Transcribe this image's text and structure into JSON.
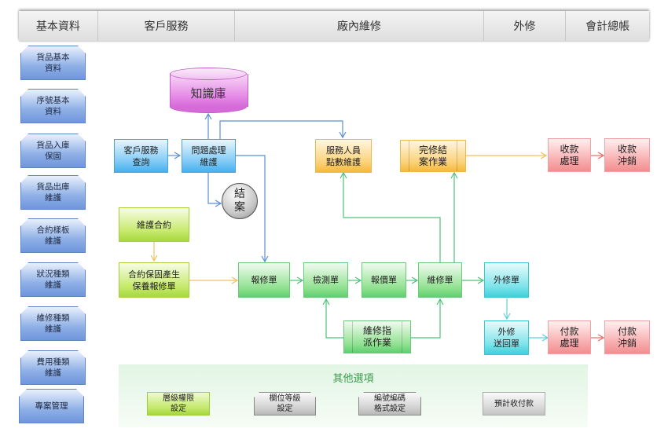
{
  "topbar": {
    "tabs": [
      "基本資料",
      "客戶服務",
      "廠內維修",
      "外修",
      "會計總帳"
    ]
  },
  "sidebar": {
    "items": [
      {
        "line1": "貨品基本",
        "line2": "資料"
      },
      {
        "line1": "序號基本",
        "line2": "資料"
      },
      {
        "line1": "貨品入庫",
        "line2": "保固"
      },
      {
        "line1": "貨品出庫",
        "line2": "維護"
      },
      {
        "line1": "合約樣板",
        "line2": "維護"
      },
      {
        "line1": "狀況種類",
        "line2": "維護"
      },
      {
        "line1": "維修種類",
        "line2": "維護"
      },
      {
        "line1": "費用種類",
        "line2": "維護"
      },
      {
        "line1": "專案管理",
        "line2": ""
      }
    ]
  },
  "flow": {
    "knowledge_base": "知識庫",
    "customer_query": {
      "line1": "客戶服務",
      "line2": "查詢"
    },
    "issue_handling": {
      "line1": "問題處理",
      "line2": "維護"
    },
    "close_case": {
      "line1": "結",
      "line2": "案"
    },
    "staff_points": {
      "line1": "服務人員",
      "line2": "點數維護"
    },
    "repair_closing": {
      "line1": "完修結",
      "line2": "案作業"
    },
    "receipt_processing": {
      "line1": "收款",
      "line2": "處理"
    },
    "receipt_writeoff": {
      "line1": "收款",
      "line2": "沖銷"
    },
    "maintenance_contract": "維護合約",
    "contract_warranty": {
      "line1": "合約保固產生",
      "line2": "保養報修單"
    },
    "repair_report": "報修單",
    "inspection": "檢測單",
    "quotation": "報價單",
    "repair_order": "維修單",
    "external_repair": "外修單",
    "repair_dispatch": {
      "line1": "維修指",
      "line2": "派作業"
    },
    "external_return": {
      "line1": "外修",
      "line2": "送回單"
    },
    "payment_processing": {
      "line1": "付款",
      "line2": "處理"
    },
    "payment_writeoff": {
      "line1": "付款",
      "line2": "沖銷"
    }
  },
  "options": {
    "title": "其他選項",
    "buttons": [
      {
        "line1": "層級權限",
        "line2": "設定"
      },
      {
        "line1": "欄位等級",
        "line2": "設定"
      },
      {
        "line1": "編號編碼",
        "line2": "格式設定"
      },
      {
        "line1": "預計收付款",
        "line2": ""
      }
    ]
  },
  "colors": {
    "blue_line": "#5b8fd6",
    "green_line": "#4cc27a",
    "orange_line": "#f0c060",
    "red_line": "#e86a6a",
    "cyan_line": "#5fd0da"
  }
}
